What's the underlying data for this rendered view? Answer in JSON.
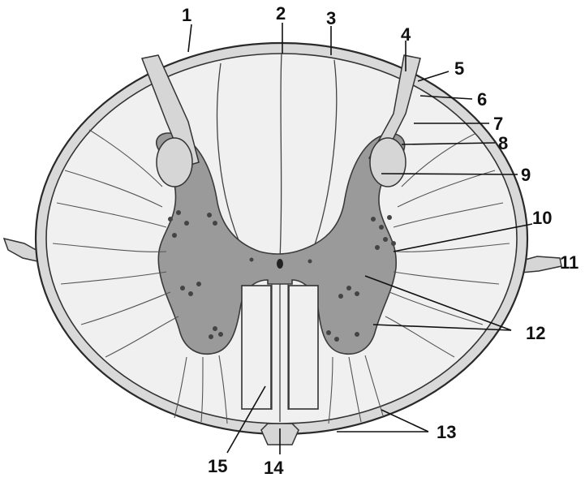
{
  "figure": {
    "labels": [
      {
        "id": "1",
        "text": "1"
      },
      {
        "id": "2",
        "text": "2"
      },
      {
        "id": "3",
        "text": "3"
      },
      {
        "id": "4",
        "text": "4"
      },
      {
        "id": "5",
        "text": "5"
      },
      {
        "id": "6",
        "text": "6"
      },
      {
        "id": "7",
        "text": "7"
      },
      {
        "id": "8",
        "text": "8"
      },
      {
        "id": "9",
        "text": "9"
      },
      {
        "id": "10",
        "text": "10"
      },
      {
        "id": "11",
        "text": "11"
      },
      {
        "id": "12",
        "text": "12"
      },
      {
        "id": "13",
        "text": "13"
      },
      {
        "id": "14",
        "text": "14"
      },
      {
        "id": "15",
        "text": "15"
      }
    ]
  }
}
